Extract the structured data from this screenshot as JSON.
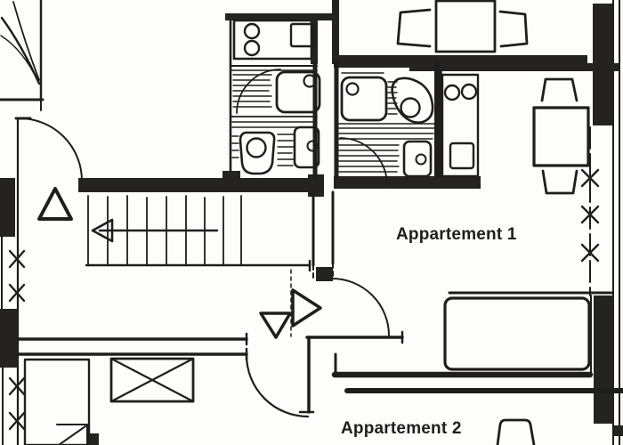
{
  "labels": {
    "apartment1": "Appartement 1",
    "apartment2": "Appartement 2"
  },
  "colors": {
    "ink": "#1f1e1c",
    "wall_fill": "#242321",
    "background": "#fdfdfb"
  },
  "glyphs": [
    "shower-tray-icon",
    "toilet-icon",
    "washbasin-icon",
    "cooktop-burners-icon",
    "kitchen-sink-icon",
    "staircase",
    "stair-direction-arrow-icon",
    "door-swing-arc",
    "window-x-mark-icon",
    "bed-icon",
    "table-icon",
    "chair-icon",
    "wardrobe-crossed-icon",
    "triangle-marker-icon",
    "sketch-correction-scribble"
  ]
}
